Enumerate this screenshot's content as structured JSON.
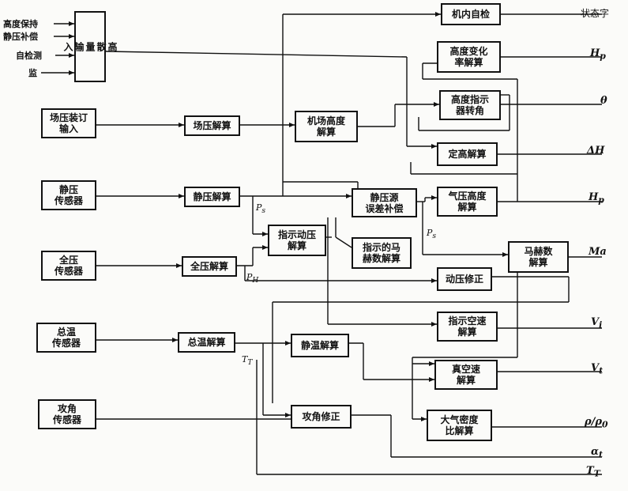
{
  "inputs_top": [
    "高度保持",
    "静压补偿",
    "自检测",
    "监"
  ],
  "boxes": {
    "discrete_input": "高\n散\n量\n输\n入",
    "field_pressure_input": "场压装订\n输入",
    "static_sensor": "静压\n传感器",
    "total_sensor": "全压\n传感器",
    "temp_sensor": "总温\n传感器",
    "aoa_sensor": "攻角\n传感器",
    "field_pressure_calc": "场压解算",
    "static_calc": "静压解算",
    "total_calc": "全压解算",
    "total_temp_calc": "总温解算",
    "airport_alt": "机场高度\n解算",
    "indicated_dyn": "指示动压\n解算",
    "static_err": "静压源\n误差补偿",
    "indicated_mach": "指示的马\n赫数解算",
    "static_temp": "静温解算",
    "aoa_correct": "攻角修正",
    "bit": "机内自检",
    "alt_rate": "高度变化\n率解算",
    "alt_ind": "高度指示\n器转角",
    "alt_hold": "定高解算",
    "baro_alt": "气压高度\n解算",
    "mach_calc": "马赫数\n解算",
    "dyn_correct": "动压修正",
    "ias_calc": "指示空速\n解算",
    "tas_calc": "真空速\n解算",
    "density_calc": "大气密度\n比解算"
  },
  "signals": {
    "ps": "P",
    "ps_sub": "s",
    "ph": "P",
    "ph_sub": "H",
    "ps2": "P",
    "ps2_sub": "s",
    "tt": "T",
    "tt_sub": "T"
  },
  "outputs": {
    "status": "状态字",
    "hrate": "H",
    "hrate_sub": "p",
    "theta": "θ",
    "dh": "ΔH",
    "hp": "H",
    "hp_sub": "p",
    "ma": "Ma",
    "vi": "V",
    "vi_sub": "i",
    "vt": "V",
    "vt_sub": "t",
    "rho": "ρ/ρ",
    "rho_sub": "0",
    "alpha": "α",
    "alpha_sub": "t",
    "tt": "T",
    "tt_sub": "T"
  }
}
